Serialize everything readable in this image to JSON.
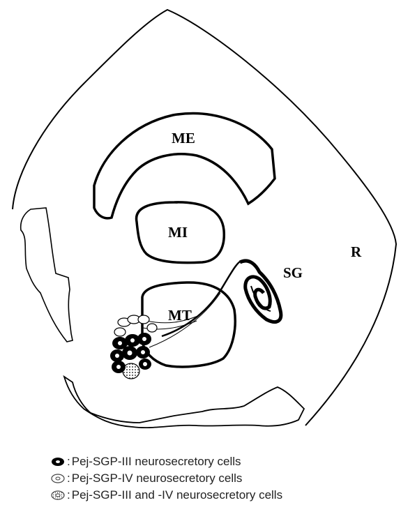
{
  "diagram": {
    "labels": {
      "me": "ME",
      "mi": "MI",
      "mt": "MT",
      "sg": "SG",
      "r": "R"
    }
  },
  "legend": {
    "separator": ":",
    "items": [
      {
        "symbol": "filled-cell-icon",
        "text": "Pej-SGP-III neurosecretory cells"
      },
      {
        "symbol": "open-cell-icon",
        "text": "Pej-SGP-IV neurosecretory cells"
      },
      {
        "symbol": "dotted-cell-icon",
        "text": "Pej-SGP-III and -IV neurosecretory cells"
      }
    ]
  }
}
